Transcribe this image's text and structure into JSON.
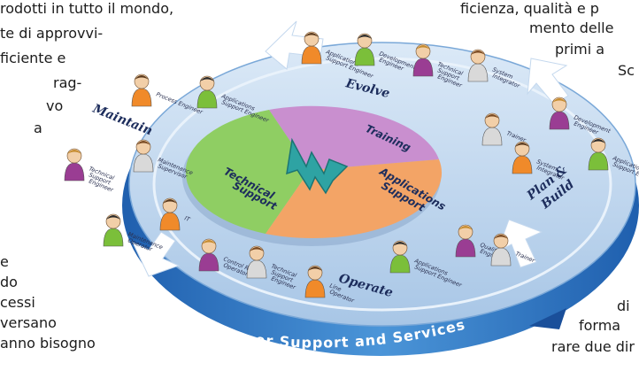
{
  "left_text": [
    "rodotti in tutto il mondo,",
    "te di approvvi-",
    "ficiente e",
    "rag-",
    "vo",
    "a",
    "e",
    "do",
    "cessi",
    "versano",
    "anno bisogno"
  ],
  "right_text": [
    "ficienza, qualità e p",
    "mento delle",
    "primi  a",
    "Sc",
    "di",
    "forma",
    "rare due dir"
  ],
  "diagram": {
    "ring_label": "Customer Support and Services",
    "phases": {
      "evolve": "Evolve",
      "maintain": "Maintain",
      "plan_build": [
        "Plan &",
        "Build"
      ],
      "operate": "Operate"
    },
    "center_segments": {
      "training": "Training",
      "technical_support": [
        "Technical",
        "Support"
      ],
      "applications_support": [
        "Applications",
        "Support"
      ]
    },
    "roles": {
      "evolve": [
        [
          "Applications",
          "Support Engineer"
        ],
        [
          "Development",
          "Engineer"
        ],
        [
          "Technical",
          "Support",
          "Engineer"
        ],
        [
          "System",
          "Integrator"
        ]
      ],
      "maintain": [
        [
          "Process Engineer"
        ],
        [
          "Applications",
          "Support Engineer"
        ],
        [
          "Technical",
          "Support",
          "Engineer"
        ],
        [
          "Maintenance",
          "Supervisor"
        ],
        [
          "IT"
        ],
        [
          "Maintenance",
          "Operator"
        ]
      ],
      "plan_build": [
        [
          "Development",
          "Engineer"
        ],
        [
          "Trainer"
        ],
        [
          "System",
          "Integrator"
        ],
        [
          "Applications",
          "Support Engineer"
        ]
      ],
      "operate": [
        [
          "Control Room",
          "Operator"
        ],
        [
          "Technical",
          "Support",
          "Engineer"
        ],
        [
          "Line",
          "Operator"
        ],
        [
          "Applications",
          "Support Engineer"
        ],
        [
          "Quality",
          "Engineer"
        ],
        [
          "Trainer"
        ]
      ]
    },
    "colors": {
      "platform": "#b9d1eb",
      "platform_edge": "#3c7dc4",
      "ring_text": "#ffffff",
      "training": "#c98fcf",
      "technical_support": "#8fce63",
      "applications_support": "#f3a466",
      "logo": "#2ea3a3",
      "shirt_orange": "#f08a2a",
      "shirt_green": "#7bbf3a",
      "shirt_purple": "#9a3d93"
    }
  }
}
